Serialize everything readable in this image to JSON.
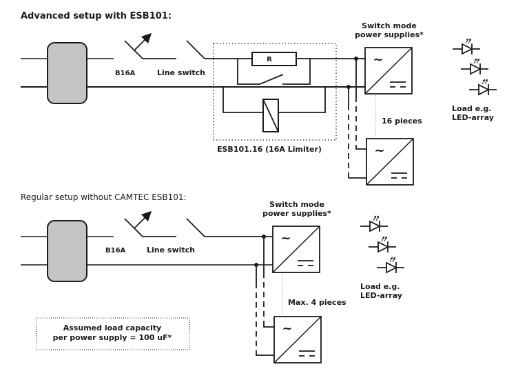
{
  "diagram": {
    "advanced": {
      "title": "Advanced setup with ESB101:",
      "breaker_label": "B16A",
      "line_switch_label": "Line switch",
      "resistor_label": "R",
      "limiter_label": "ESB101.16 (16A Limiter)",
      "psu_label_line1": "Switch mode",
      "psu_label_line2": "power supplies*",
      "pieces_label": "16 pieces",
      "load_line1": "Load e.g.",
      "load_line2": "LED-array",
      "ac_symbol": "~"
    },
    "regular": {
      "title": "Regular setup without CAMTEC ESB101:",
      "breaker_label": "B16A",
      "line_switch_label": "Line switch",
      "psu_label_line1": "Switch mode",
      "psu_label_line2": "power supplies*",
      "pieces_label": "Max. 4 pieces",
      "load_line1": "Load e.g.",
      "load_line2": "LED-array",
      "ac_symbol": "~"
    },
    "note": {
      "line1": "Assumed load capacity",
      "line2": "per power supply = 100 uF*"
    },
    "colors": {
      "line": "#1a1a1a",
      "block_fill": "#c4c4c6",
      "dotted": "#9a9a9a"
    }
  }
}
